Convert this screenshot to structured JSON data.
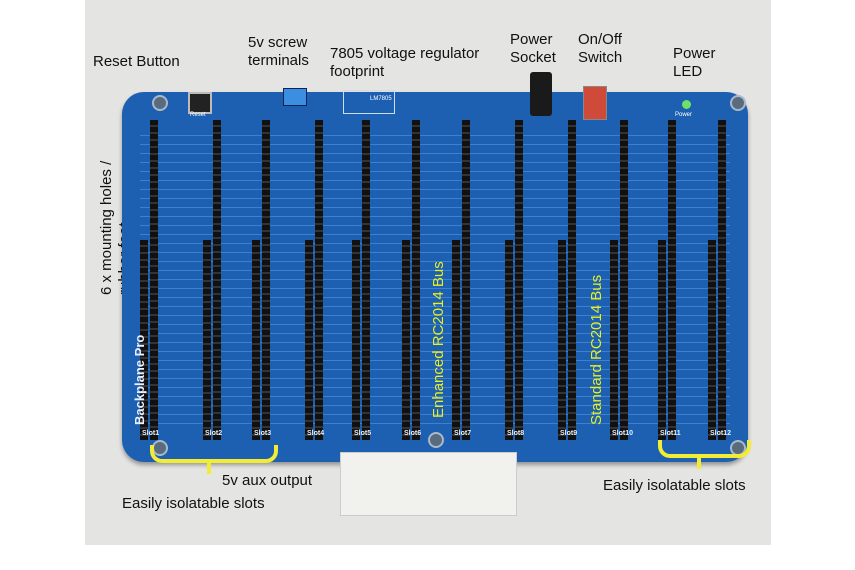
{
  "annotations": {
    "reset_button": "Reset Button",
    "screw_terminals": "5v screw terminals",
    "regulator": "7805 voltage regulator footprint",
    "power_socket": "Power Socket",
    "on_off_switch": "On/Off Switch",
    "power_led": "Power LED",
    "mounting_holes": "6 x mounting holes / rubber feet",
    "aux_output": "5v aux output",
    "isolatable_left": "Easily isolatable slots",
    "isolatable_right": "Easily isolatable slots",
    "enhanced_bus": "Enhanced RC2014 Bus",
    "standard_bus": "Standard RC2014 Bus"
  },
  "board": {
    "name": "Backplane Pro",
    "regulator_silk": "LM7805",
    "reset_silk": "Reset",
    "power_silk": "Power",
    "slots": [
      "Slot1",
      "Slot2",
      "Slot3",
      "Slot4",
      "Slot5",
      "Slot6",
      "Slot7",
      "Slot8",
      "Slot9",
      "Slot10",
      "Slot11",
      "Slot12"
    ],
    "colors": {
      "pcb": "#1d5fb0",
      "annotation_yellow": "#e8f020"
    }
  }
}
